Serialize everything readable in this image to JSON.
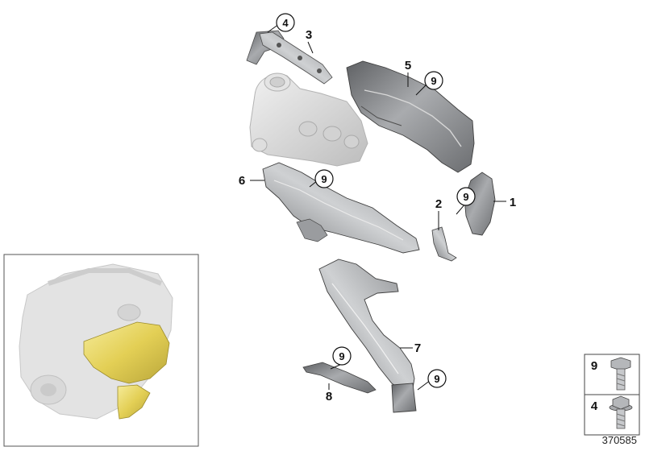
{
  "diagram": {
    "document_number": "370585",
    "callouts": {
      "c1": "1",
      "c2": "2",
      "c3": "3",
      "c4": "4",
      "c5": "5",
      "c6": "6",
      "c7": "7",
      "c8": "8",
      "c9a": "9",
      "c9b": "9",
      "c9c": "9",
      "c9d": "9",
      "c9e": "9"
    },
    "legend": [
      {
        "number": "9",
        "part": "bolt-icon"
      },
      {
        "number": "4",
        "part": "flange-bolt-icon"
      }
    ],
    "colors": {
      "shield_dark": "#7d7f82",
      "shield_light": "#c3c5c8",
      "engine_ghost": "#d6d6d6",
      "highlight": "#e8d870"
    }
  }
}
